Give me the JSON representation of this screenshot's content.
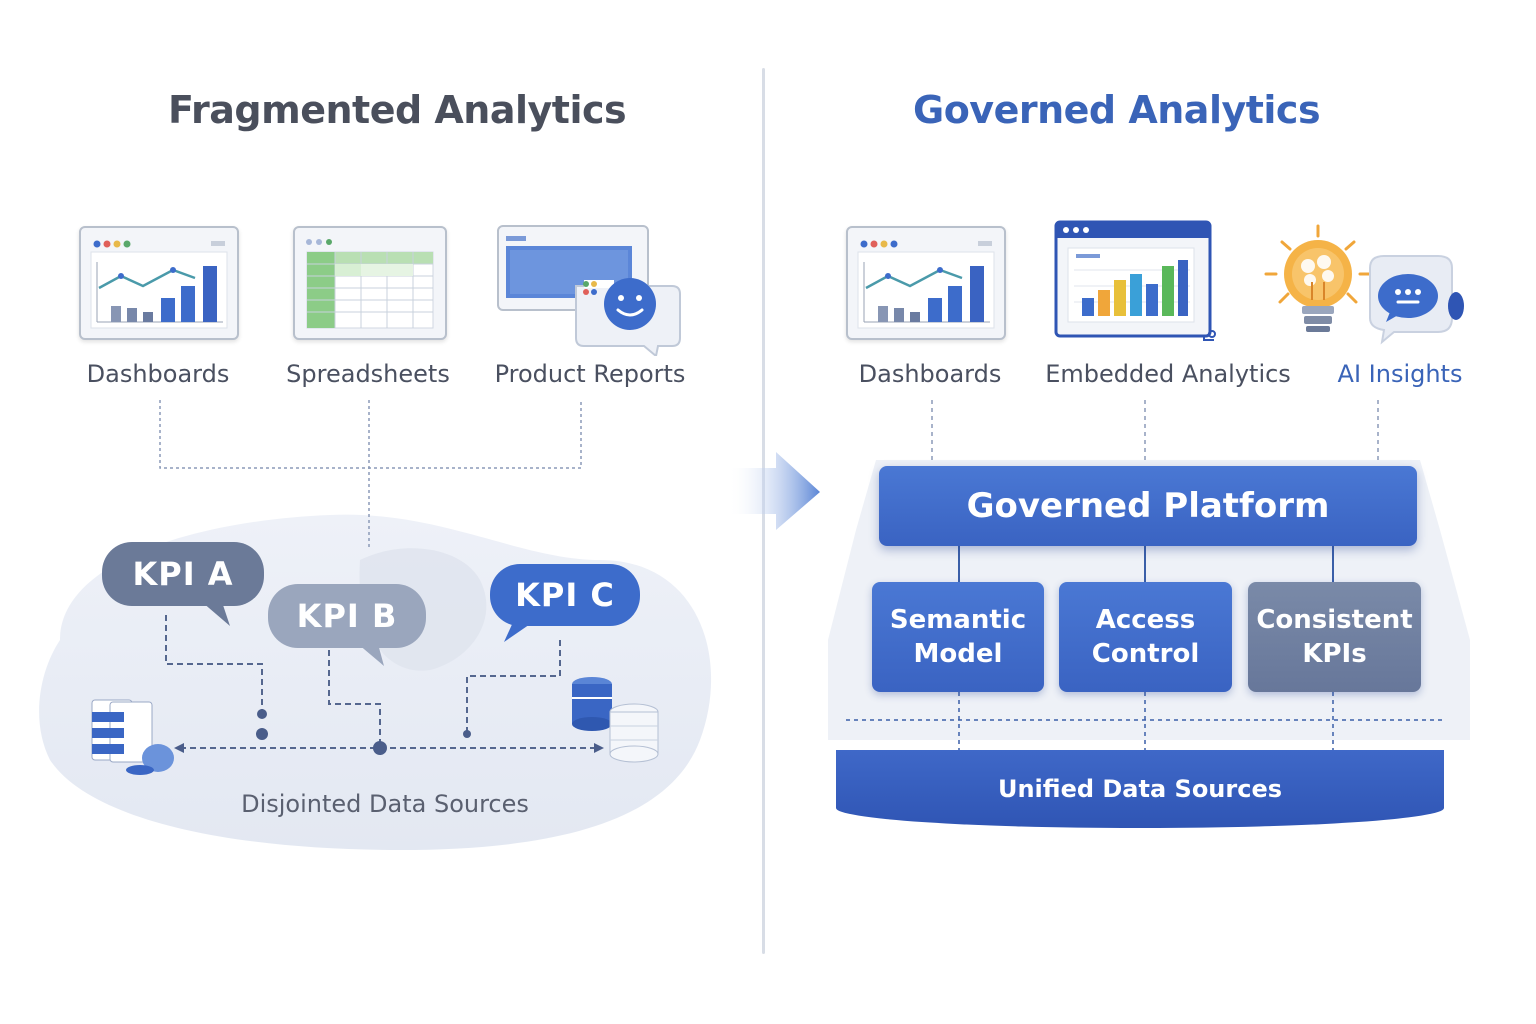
{
  "left": {
    "title": "Fragmented Analytics",
    "tools": [
      "Dashboards",
      "Spreadsheets",
      "Product Reports"
    ],
    "kpis": [
      "KPI A",
      "KPI B",
      "KPI C"
    ],
    "sources_label": "Disjointed Data Sources"
  },
  "right": {
    "title": "Governed Analytics",
    "tools": [
      "Dashboards",
      "Embedded Analytics",
      "AI Insights"
    ],
    "platform": "Governed Platform",
    "modules": [
      {
        "line1": "Semantic",
        "line2": "Model"
      },
      {
        "line1": "Access",
        "line2": "Control"
      },
      {
        "line1": "Consistent",
        "line2": "KPIs"
      }
    ],
    "sources_label": "Unified Data Sources"
  },
  "colors": {
    "primary_blue": "#3d6ccb",
    "title_gray": "#4a4f5c",
    "title_blue": "#3a64b8",
    "slate": "#7182a0"
  }
}
